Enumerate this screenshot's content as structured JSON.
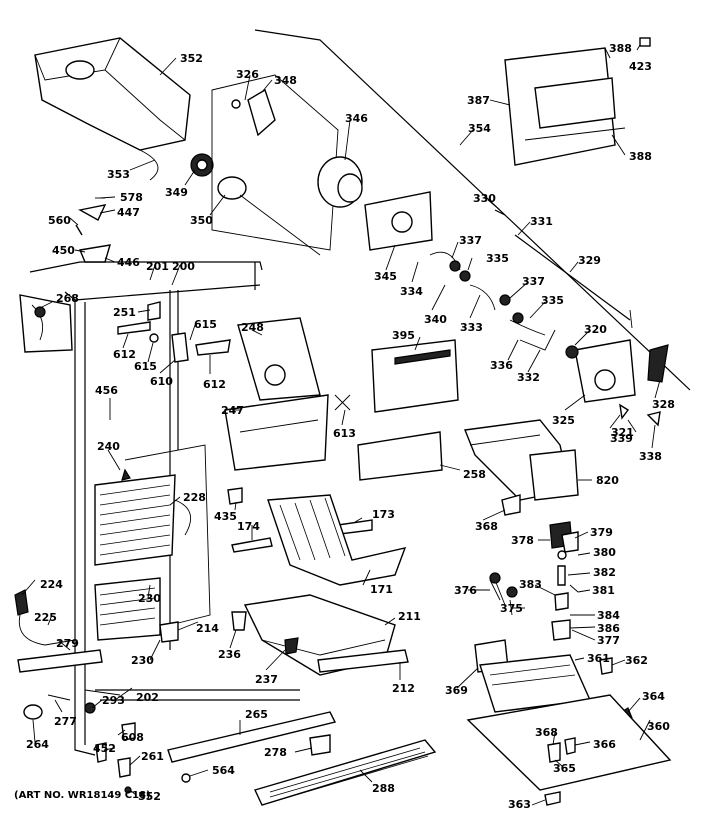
{
  "caption": "(ART NO. WR18149 C18)",
  "part_labels": [
    "352",
    "326",
    "348",
    "346",
    "388",
    "423",
    "387",
    "354",
    "388",
    "353",
    "349",
    "350",
    "578",
    "447",
    "560",
    "450",
    "446",
    "345",
    "330",
    "331",
    "337",
    "335",
    "329",
    "201",
    "200",
    "268",
    "251",
    "615",
    "248",
    "334",
    "612",
    "615",
    "610",
    "612",
    "340",
    "333",
    "337",
    "335",
    "395",
    "336",
    "332",
    "320",
    "325",
    "328",
    "456",
    "247",
    "613",
    "321",
    "339",
    "338",
    "240",
    "258",
    "820",
    "228",
    "435",
    "174",
    "173",
    "368",
    "378",
    "379",
    "380",
    "382",
    "381",
    "224",
    "171",
    "376",
    "383",
    "375",
    "384",
    "386",
    "225",
    "230",
    "214",
    "211",
    "377",
    "279",
    "236",
    "361",
    "362",
    "230",
    "369",
    "237",
    "212",
    "364",
    "202",
    "293",
    "265",
    "277",
    "264",
    "608",
    "360",
    "452",
    "261",
    "368",
    "366",
    "278",
    "564",
    "365",
    "288",
    "552",
    "363"
  ]
}
